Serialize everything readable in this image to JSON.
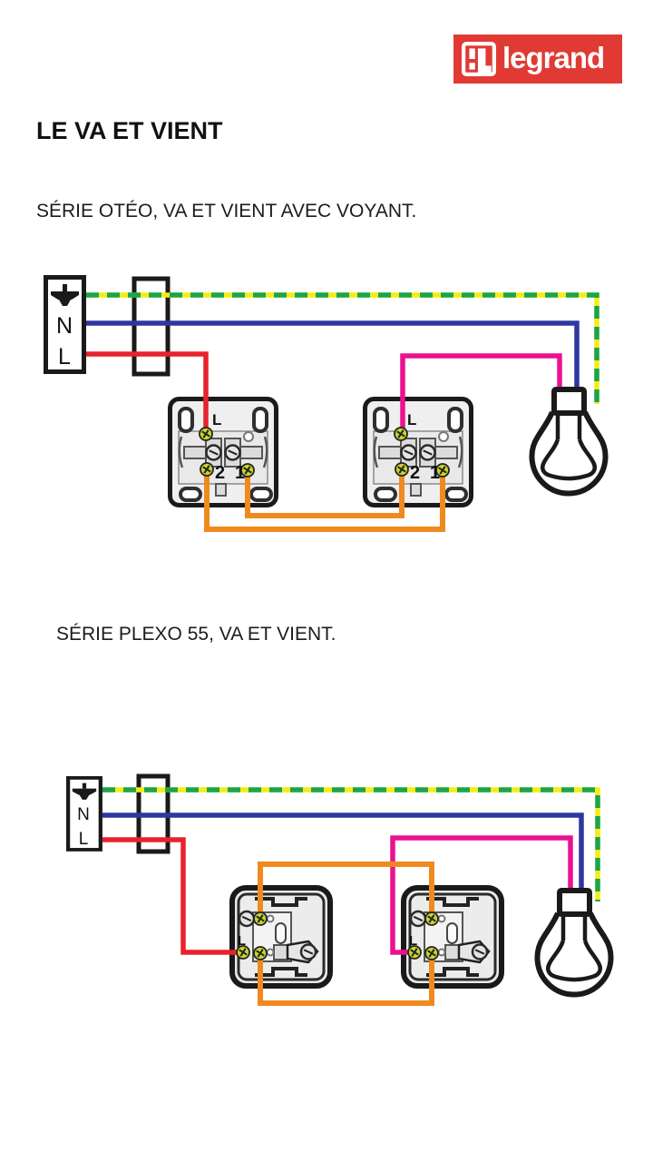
{
  "brand": {
    "logo_text": "legrand"
  },
  "header": {
    "title": "LE VA ET VIENT"
  },
  "sections": [
    {
      "label": "SÉRIE OTÉO, VA ET VIENT AVEC VOYANT."
    },
    {
      "label": "SÉRIE PLEXO 55, VA ET VIENT."
    }
  ],
  "supply": {
    "neutral_label": "N",
    "live_label": "L"
  },
  "switch_labels": {
    "live": "L",
    "shuttle_1": "1",
    "shuttle_2": "2"
  },
  "colors": {
    "brand_red": "#e13a34",
    "ink": "#1a1a1a",
    "earth_green": "#1aa54c",
    "earth_yellow": "#f7ec13",
    "neutral_blue": "#2e36a0",
    "live_red": "#e8222b",
    "lamp_magenta": "#ec1191",
    "shuttle_orange": "#f08a1f",
    "terminal_brass": "#c9d32c"
  }
}
